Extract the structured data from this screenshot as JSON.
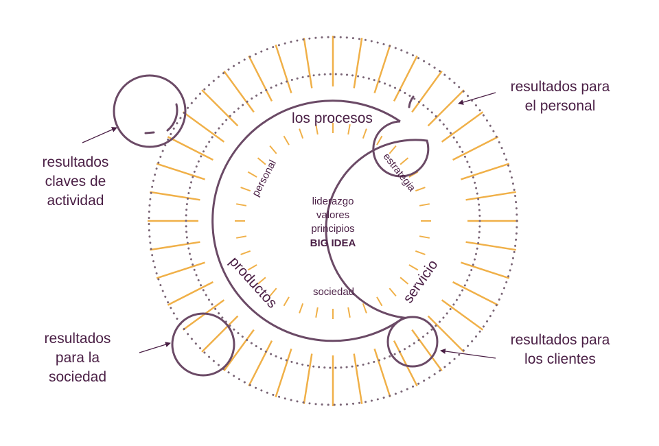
{
  "colors": {
    "plum": "#6b4a66",
    "dots": "#7a6576",
    "rays": "#f0b048",
    "text": "#4a1f45"
  },
  "diagram": {
    "center": {
      "line1": "liderazgo",
      "line2": "valores",
      "line3": "principios",
      "line4": "BIG IDEA"
    },
    "inner": {
      "personal": "personal",
      "estrategia": "estrategia",
      "sociedad": "sociedad"
    },
    "ring": {
      "procesos": "los procesos",
      "productos": "productos",
      "servicio": "servicio"
    },
    "outer": {
      "activity": [
        "resultados",
        "claves de",
        "actividad"
      ],
      "personnel": [
        "resultados para",
        "el personal"
      ],
      "society": [
        "resultados",
        "para la",
        "sociedad"
      ],
      "clients": [
        "resultados para",
        "los clientes"
      ]
    }
  }
}
